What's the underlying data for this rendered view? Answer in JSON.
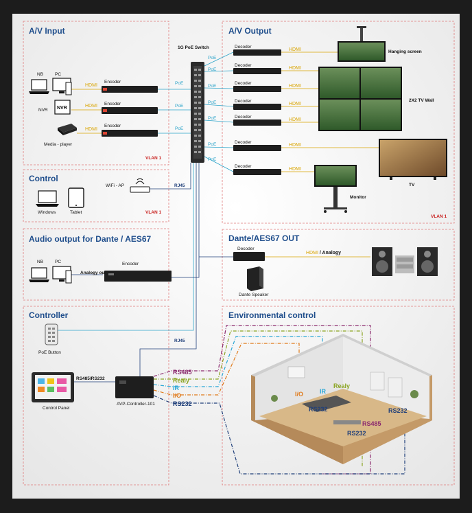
{
  "switch": {
    "label": "1G PoE Switch"
  },
  "av_input": {
    "title": "A/V Input",
    "nb": "NB",
    "pc": "PC",
    "nvr": "NVR",
    "nvr_box": "NVR",
    "media": "Media - player",
    "hdmi": "HDMI",
    "encoder": "Encoder",
    "poe": "PoE",
    "vlan": "VLAN 1"
  },
  "av_output": {
    "title": "A/V Output",
    "decoder": "Decoder",
    "hdmi": "HDMI",
    "poe": "PoE",
    "hanging": "Hanging screen",
    "tvwall": "2X2 TV Wall",
    "tv": "TV",
    "monitor": "Monitor",
    "vlan": "VLAN 1"
  },
  "control": {
    "title": "Control",
    "windows": "Windows",
    "tablet": "Tablet",
    "wifi": "WiFi - AP",
    "rj45": "RJ45",
    "vlan": "VLAN 1"
  },
  "audio_out": {
    "title": "Audio output for Dante / AES67",
    "nb": "NB",
    "pc": "PC",
    "analogy_out": "Analogy out",
    "encoder": "Encoder"
  },
  "dante": {
    "title": "Dante/AES67 OUT",
    "decoder": "Decoder",
    "hdmi": "HDMI",
    "analogy": " / Analogy",
    "speaker": "Dante Speaker"
  },
  "controller": {
    "title": "Controller",
    "poe_button": "PoE  Button",
    "rs": "RS485/RS232",
    "device": "AVP-Controller-101",
    "panel": "Control Panel",
    "rj45": "RJ45"
  },
  "env": {
    "title": "Environmental control",
    "rs485": "RS485",
    "realy": "Realy",
    "ir": "IR",
    "io": "I/O",
    "rs232": "RS232",
    "room_io": "I/O",
    "room_ir": "IR",
    "room_realy": "Realy",
    "room_rs232_a": "RS232",
    "room_rs232_b": "RS232",
    "room_rs232_c": "RS232",
    "room_rs485": "RS485"
  },
  "colors": {
    "title": "#1f4e8c",
    "hdmi": "#d9a400",
    "poe": "#2aa3c9",
    "vlan": "#c8201e",
    "rs485": "#8b2a6e",
    "realy": "#8aa422",
    "ir": "#29a7d6",
    "io": "#e07a1a",
    "rs232": "#1f3f7a"
  }
}
